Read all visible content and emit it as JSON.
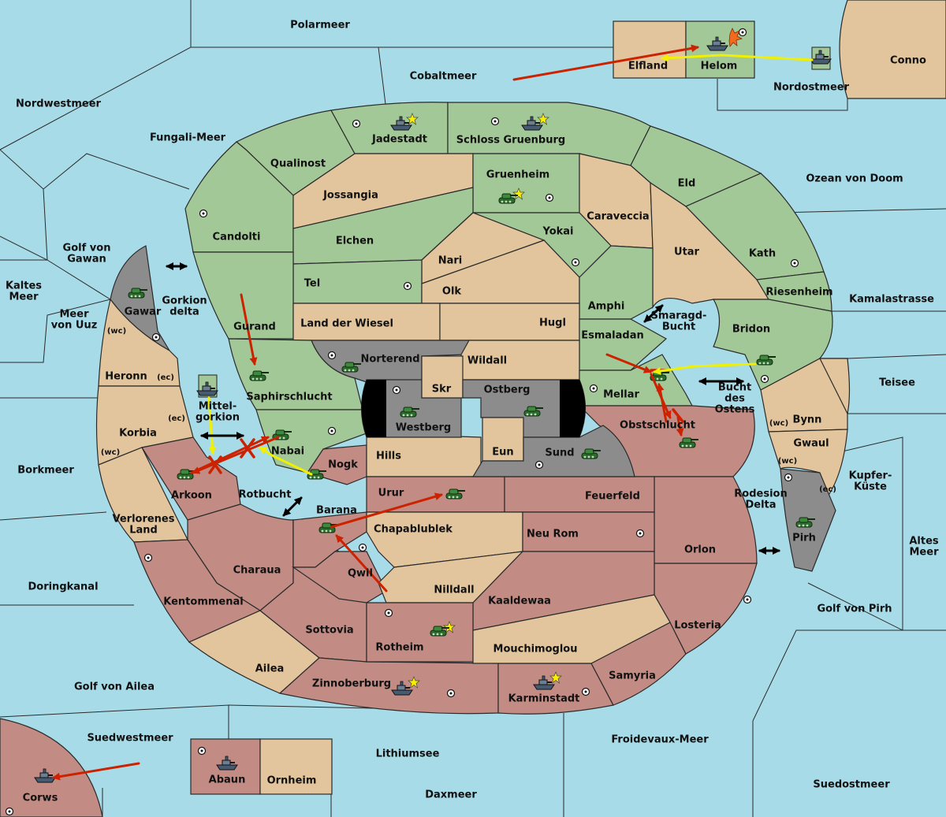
{
  "colors": {
    "sea": "#a8dbe8",
    "neutral": "#e2c59d",
    "green_power": "#a3c897",
    "red_power": "#c28c84",
    "impassable": "#8c8c8c",
    "border": "#2a2a2a",
    "move_arrow": "#cc2200",
    "support_arrow": "#f0f000",
    "convoy_arrow": "#000000"
  },
  "seas": [
    {
      "id": "polarmeer",
      "label": "Polarmeer"
    },
    {
      "id": "cobaltmeer",
      "label": "Cobaltmeer"
    },
    {
      "id": "nordwestmeer",
      "label": "Nordwestmeer"
    },
    {
      "id": "fungali",
      "label": "Fungali-Meer"
    },
    {
      "id": "nordostmeer",
      "label": "Nordostmeer"
    },
    {
      "id": "ozean",
      "label": "Ozean von Doom"
    },
    {
      "id": "golf-gawan",
      "label": "Golf von Gawan"
    },
    {
      "id": "kaltes",
      "label": "Kaltes Meer"
    },
    {
      "id": "meer-uuz",
      "label": "Meer von Uuz"
    },
    {
      "id": "gorkion-delta",
      "label": "Gorkion delta"
    },
    {
      "id": "kamalastrasse",
      "label": "Kamalastrasse"
    },
    {
      "id": "smaragd",
      "label": "Smaragd-Bucht"
    },
    {
      "id": "teisee",
      "label": "Teisee"
    },
    {
      "id": "mittelgorkion",
      "label": "Mittel-gorkion"
    },
    {
      "id": "bucht-ostens",
      "label": "Bucht des Ostens"
    },
    {
      "id": "borkmeer",
      "label": "Borkmeer"
    },
    {
      "id": "rotbucht",
      "label": "Rotbucht"
    },
    {
      "id": "kupfer",
      "label": "Kupfer-Küste"
    },
    {
      "id": "rodesion",
      "label": "Rodesion Delta"
    },
    {
      "id": "altes",
      "label": "Altes Meer"
    },
    {
      "id": "doringkanal",
      "label": "Doringkanal"
    },
    {
      "id": "golf-pirh",
      "label": "Golf von Pirh"
    },
    {
      "id": "golf-ailea",
      "label": "Golf von Ailea"
    },
    {
      "id": "suedwestmeer",
      "label": "Suedwestmeer"
    },
    {
      "id": "froidevaux",
      "label": "Froidevaux-Meer"
    },
    {
      "id": "lithiumsee",
      "label": "Lithiumsee"
    },
    {
      "id": "suedostmeer",
      "label": "Suedostmeer"
    },
    {
      "id": "daxmeer",
      "label": "Daxmeer"
    }
  ],
  "lands": [
    {
      "id": "conno",
      "label": "Conno",
      "owner": "neutral"
    },
    {
      "id": "elfland",
      "label": "Elfland",
      "owner": "neutral"
    },
    {
      "id": "helom",
      "label": "Helom",
      "owner": "green"
    },
    {
      "id": "jadestadt",
      "label": "Jadestadt",
      "owner": "green"
    },
    {
      "id": "schloss",
      "label": "Schloss Gruenburg",
      "owner": "green"
    },
    {
      "id": "qualinost",
      "label": "Qualinost",
      "owner": "green"
    },
    {
      "id": "jossangia",
      "label": "Jossangia",
      "owner": "neutral"
    },
    {
      "id": "gruenheim",
      "label": "Gruenheim",
      "owner": "green"
    },
    {
      "id": "eld",
      "label": "Eld",
      "owner": "green"
    },
    {
      "id": "caraveccia",
      "label": "Caraveccia",
      "owner": "neutral"
    },
    {
      "id": "candolti",
      "label": "Candolti",
      "owner": "green"
    },
    {
      "id": "elchen",
      "label": "Elchen",
      "owner": "green"
    },
    {
      "id": "yokai",
      "label": "Yokai",
      "owner": "green"
    },
    {
      "id": "nari",
      "label": "Nari",
      "owner": "neutral"
    },
    {
      "id": "utar",
      "label": "Utar",
      "owner": "neutral"
    },
    {
      "id": "kath",
      "label": "Kath",
      "owner": "green"
    },
    {
      "id": "tel",
      "label": "Tel",
      "owner": "green"
    },
    {
      "id": "olk",
      "label": "Olk",
      "owner": "neutral"
    },
    {
      "id": "amphi",
      "label": "Amphi",
      "owner": "green"
    },
    {
      "id": "riesenheim",
      "label": "Riesenheim",
      "owner": "green"
    },
    {
      "id": "gawar",
      "label": "Gawar",
      "owner": "impassable"
    },
    {
      "id": "gurand",
      "label": "Gurand",
      "owner": "green"
    },
    {
      "id": "wiesel",
      "label": "Land der Wiesel",
      "owner": "neutral"
    },
    {
      "id": "hugl",
      "label": "Hugl",
      "owner": "neutral"
    },
    {
      "id": "bridon",
      "label": "Bridon",
      "owner": "green"
    },
    {
      "id": "esmaladan",
      "label": "Esmaladan",
      "owner": "green"
    },
    {
      "id": "heronn",
      "label": "Heronn",
      "owner": "neutral",
      "coasts": [
        "(wc)",
        "(ec)"
      ]
    },
    {
      "id": "norterend",
      "label": "Norterend",
      "owner": "impassable"
    },
    {
      "id": "wildall",
      "label": "Wildall",
      "owner": "neutral"
    },
    {
      "id": "skr",
      "label": "Skr",
      "owner": "neutral"
    },
    {
      "id": "ostberg",
      "label": "Ostberg",
      "owner": "impassable"
    },
    {
      "id": "mellar",
      "label": "Mellar",
      "owner": "green"
    },
    {
      "id": "saphir",
      "label": "Saphirschlucht",
      "owner": "green"
    },
    {
      "id": "westberg",
      "label": "Westberg",
      "owner": "impassable"
    },
    {
      "id": "korbia",
      "label": "Korbia",
      "owner": "neutral",
      "coasts": [
        "(wc)",
        "(ec)"
      ]
    },
    {
      "id": "nabai",
      "label": "Nabai",
      "owner": "green"
    },
    {
      "id": "obstschlucht",
      "label": "Obstschlucht",
      "owner": "red"
    },
    {
      "id": "bynn",
      "label": "Bynn",
      "owner": "neutral",
      "coasts": [
        "(wc)"
      ]
    },
    {
      "id": "teisee-land",
      "label": "",
      "owner": "neutral"
    },
    {
      "id": "hills",
      "label": "Hills",
      "owner": "neutral"
    },
    {
      "id": "eun",
      "label": "Eun",
      "owner": "neutral"
    },
    {
      "id": "sund",
      "label": "Sund",
      "owner": "impassable"
    },
    {
      "id": "gwaul",
      "label": "Gwaul",
      "owner": "neutral",
      "coasts": [
        "(wc)",
        "(ec)"
      ]
    },
    {
      "id": "nogk",
      "label": "Nogk",
      "owner": "red"
    },
    {
      "id": "arkoon",
      "label": "Arkoon",
      "owner": "red"
    },
    {
      "id": "urur",
      "label": "Urur",
      "owner": "red"
    },
    {
      "id": "feuerfeld",
      "label": "Feuerfeld",
      "owner": "red"
    },
    {
      "id": "barana",
      "label": "Barana",
      "owner": "red"
    },
    {
      "id": "verlorenes",
      "label": "Verlorenes Land",
      "owner": "neutral"
    },
    {
      "id": "chapablublek",
      "label": "Chapablublek",
      "owner": "neutral"
    },
    {
      "id": "neurom",
      "label": "Neu Rom",
      "owner": "red"
    },
    {
      "id": "orlon",
      "label": "Orlon",
      "owner": "red"
    },
    {
      "id": "pirh",
      "label": "Pirh",
      "owner": "impassable"
    },
    {
      "id": "charaua",
      "label": "Charaua",
      "owner": "red"
    },
    {
      "id": "qwil",
      "label": "Qwil",
      "owner": "red"
    },
    {
      "id": "nilldall",
      "label": "Nilldall",
      "owner": "neutral"
    },
    {
      "id": "kaaldewaa",
      "label": "Kaaldewaa",
      "owner": "red"
    },
    {
      "id": "kentommenai",
      "label": "Kentommenai",
      "owner": "red"
    },
    {
      "id": "sottovia",
      "label": "Sottovia",
      "owner": "red"
    },
    {
      "id": "losteria",
      "label": "Losteria",
      "owner": "red"
    },
    {
      "id": "rotheim",
      "label": "Rotheim",
      "owner": "red"
    },
    {
      "id": "mouchimoglou",
      "label": "Mouchimoglou",
      "owner": "neutral"
    },
    {
      "id": "ailea",
      "label": "Ailea",
      "owner": "neutral"
    },
    {
      "id": "samyria",
      "label": "Samyria",
      "owner": "red"
    },
    {
      "id": "zinnoberburg",
      "label": "Zinnoberburg",
      "owner": "red"
    },
    {
      "id": "karminstadt",
      "label": "Karminstadt",
      "owner": "red"
    },
    {
      "id": "abaun",
      "label": "Abaun",
      "owner": "red"
    },
    {
      "id": "ornheim",
      "label": "Ornheim",
      "owner": "neutral"
    },
    {
      "id": "corws",
      "label": "Corws",
      "owner": "red"
    }
  ],
  "units": [
    {
      "type": "fleet",
      "power": "green",
      "at": "helom"
    },
    {
      "type": "fleet",
      "power": "green",
      "at": "nordostmeer"
    },
    {
      "type": "fleet",
      "power": "green",
      "at": "jadestadt"
    },
    {
      "type": "fleet",
      "power": "green",
      "at": "schloss"
    },
    {
      "type": "army",
      "power": "green",
      "at": "gruenheim"
    },
    {
      "type": "army",
      "power": "green",
      "at": "gawar"
    },
    {
      "type": "army",
      "power": "green",
      "at": "saphir"
    },
    {
      "type": "army",
      "power": "green",
      "at": "norterend"
    },
    {
      "type": "army",
      "power": "green",
      "at": "nabai"
    },
    {
      "type": "army",
      "power": "green",
      "at": "rotbucht-coast"
    },
    {
      "type": "army",
      "power": "green",
      "at": "arkoon"
    },
    {
      "type": "fleet",
      "power": "green",
      "at": "mittelgorkion"
    },
    {
      "type": "army",
      "power": "green",
      "at": "westberg"
    },
    {
      "type": "army",
      "power": "green",
      "at": "ostberg"
    },
    {
      "type": "army",
      "power": "green",
      "at": "sund"
    },
    {
      "type": "army",
      "power": "green",
      "at": "mellar"
    },
    {
      "type": "army",
      "power": "green",
      "at": "bridon"
    },
    {
      "type": "army",
      "power": "green",
      "at": "obstschlucht"
    },
    {
      "type": "army",
      "power": "green",
      "at": "urur"
    },
    {
      "type": "army",
      "power": "green",
      "at": "barana"
    },
    {
      "type": "army",
      "power": "green",
      "at": "pirh"
    },
    {
      "type": "army",
      "power": "green",
      "at": "rotheim"
    },
    {
      "type": "fleet",
      "power": "green",
      "at": "zinnoberburg"
    },
    {
      "type": "fleet",
      "power": "green",
      "at": "karminstadt"
    },
    {
      "type": "fleet",
      "power": "green",
      "at": "abaun"
    },
    {
      "type": "fleet",
      "power": "green",
      "at": "corws"
    }
  ]
}
